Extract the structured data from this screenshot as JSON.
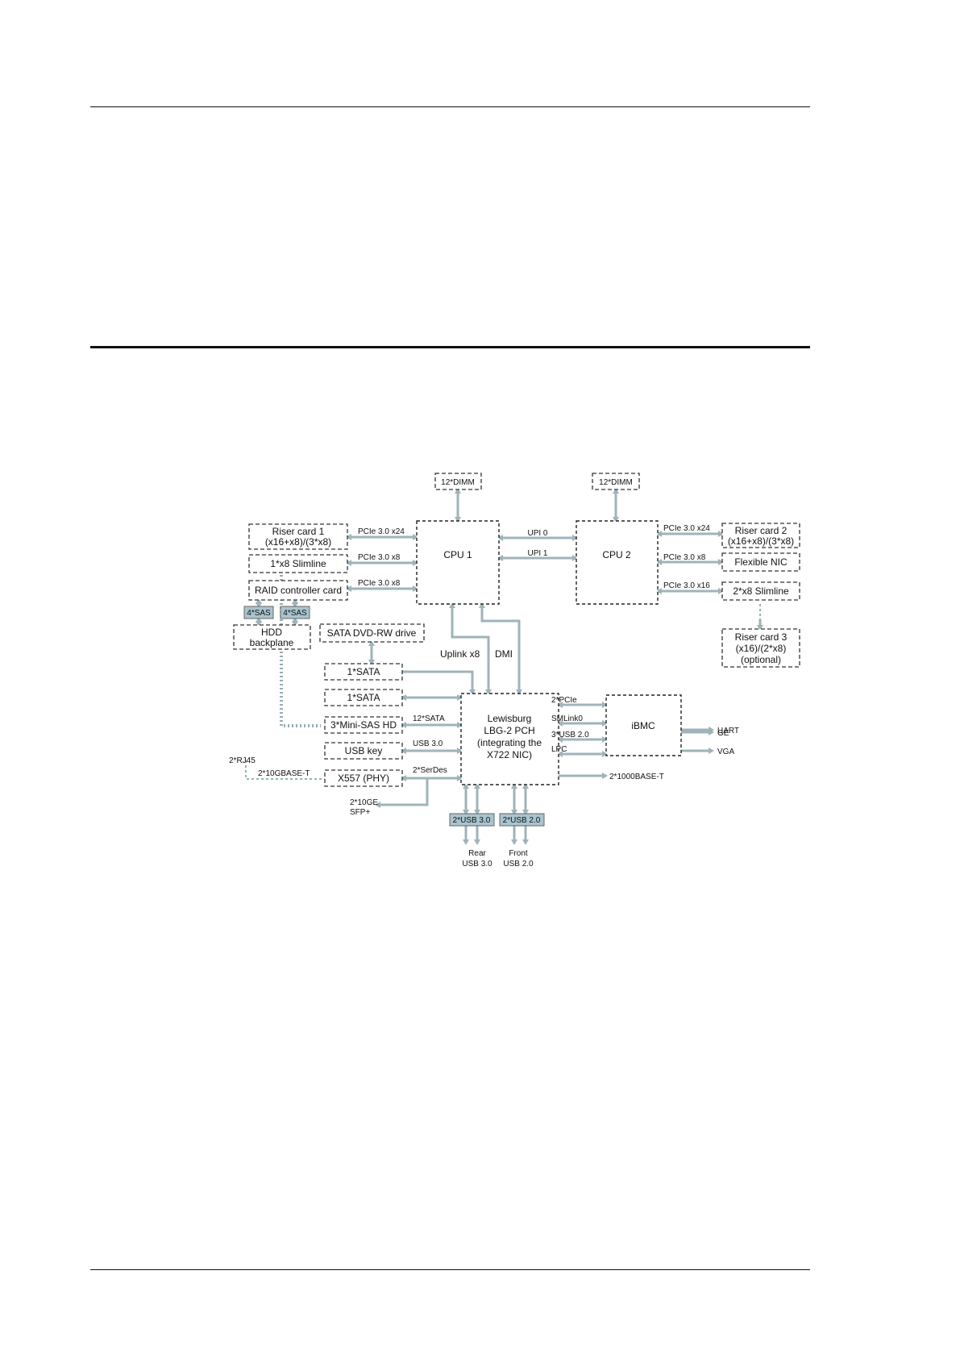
{
  "diagram": {
    "cpu1": "CPU 1",
    "cpu2": "CPU 2",
    "dimm1": "12*DIMM",
    "dimm2": "12*DIMM",
    "upi0": "UPI 0",
    "upi1": "UPI 1",
    "riser1": [
      "Riser card 1",
      "(x16+x8)/(3*x8)"
    ],
    "slimline1": "1*x8 Slimline",
    "raid": "RAID controller card",
    "cpu1_links": [
      "PCIe 3.0 x24",
      "PCIe 3.0 x8",
      "PCIe 3.0 x8"
    ],
    "riser2": [
      "Riser card 2",
      "(x16+x8)/(3*x8)"
    ],
    "flex_nic": "Flexible NIC",
    "slimline2": "2*x8 Slimline",
    "cpu2_links": [
      "PCIe 3.0 x24",
      "PCIe 3.0 x8",
      "PCIe 3.0 x16"
    ],
    "riser3": [
      "Riser card 3",
      "(x16)/(2*x8)",
      "(optional)"
    ],
    "sas_tags": [
      "4*SAS",
      "4*SAS"
    ],
    "hdd": [
      "HDD",
      "backplane"
    ],
    "dvd": "SATA DVD-RW drive",
    "uplink": "Uplink x8",
    "dmi": "DMI",
    "sata1": "1*SATA",
    "sata2": "1*SATA",
    "minisas": "3*Mini-SAS HD",
    "usbkey": "USB key",
    "x557": "X557 (PHY)",
    "pch_side_links": [
      "12*SATA",
      "USB 3.0",
      "2*SerDes"
    ],
    "pch": [
      "Lewisburg",
      "LBG-2 PCH",
      "(integrating the",
      "X722 NIC)"
    ],
    "ibmc": "iBMC",
    "pch_ibmc_links": [
      "2*PCIe",
      "SMLink0",
      "3*USB 2.0",
      "LPC"
    ],
    "gbe": "2*1000BASE-T",
    "ibmc_outputs": [
      "GE",
      "UART",
      "VGA"
    ],
    "rj45": "2*RJ45",
    "tenbase": "2*10GBASE-T",
    "sfp": [
      "2*10GE",
      "SFP+"
    ],
    "usb_tags": [
      "2*USB 3.0",
      "2*USB 2.0"
    ],
    "rear_usb": [
      "Rear",
      "USB 3.0"
    ],
    "front_usb": [
      "Front",
      "USB 2.0"
    ]
  }
}
